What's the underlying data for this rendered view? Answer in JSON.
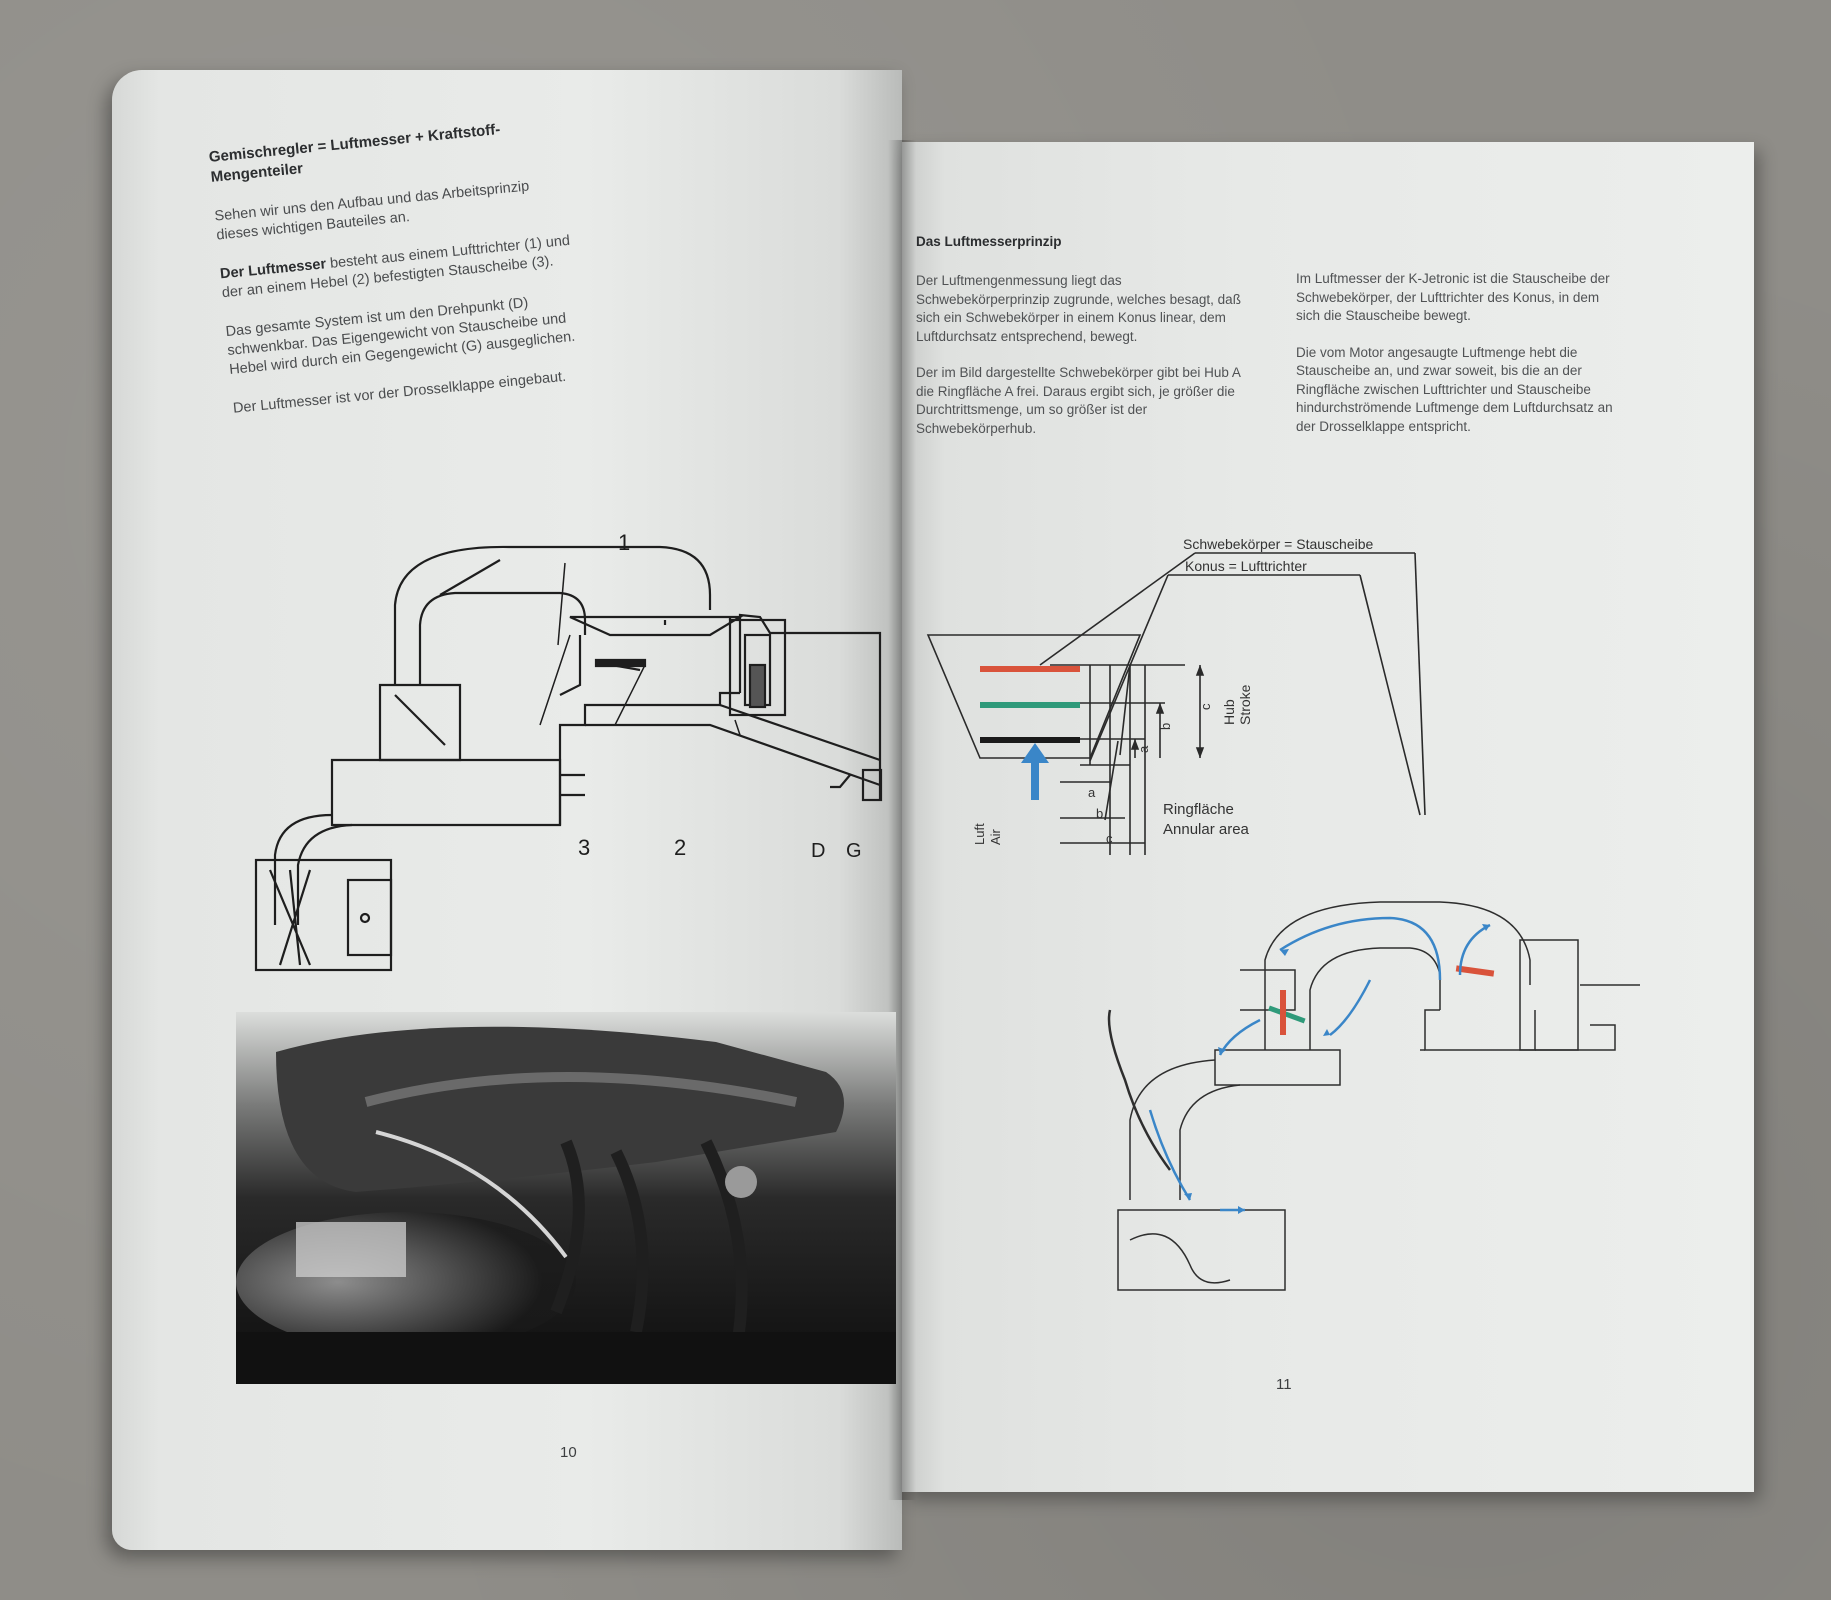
{
  "left_page": {
    "heading": "Gemischregler = Luftmesser + Kraftstoff-Mengenteiler",
    "para1": "Sehen wir uns den Aufbau und das Arbeitsprinzip dieses wichtigen Bauteiles an.",
    "para2_bold": "Der Luftmesser",
    "para2_rest": " besteht aus einem Lufttrichter (1) und der an einem Hebel (2) befestigten Stauscheibe (3).",
    "para3": "Das gesamte System ist um den Drehpunkt (D) schwenkbar. Das Eigengewicht von Stauscheibe und Hebel wird durch ein Gegengewicht (G) ausgeglichen.",
    "para4": "Der Luftmesser ist vor der Drosselklappe eingebaut.",
    "diagram_labels": {
      "l1": "1",
      "l3": "3",
      "l2": "2",
      "ld": "D",
      "lg": "G"
    },
    "page_number": "10"
  },
  "right_page": {
    "heading": "Das Luftmesserprinzip",
    "col1_p1": "Der Luftmengenmessung liegt das Schwebekörperprinzip zugrunde, welches besagt, daß sich ein Schwebekörper in einem Konus linear, dem Luftdurchsatz entsprechend, bewegt.",
    "col1_p2": "Der im Bild dargestellte Schwebekörper gibt bei Hub A die Ringfläche A frei. Daraus ergibt sich, je größer die Durchtrittsmenge, um so größer ist der Schwebekörperhub.",
    "col2_p1": "Im Luftmesser der K-Jetronic ist die Stauscheibe der Schwebekörper, der Lufttrichter des Konus, in dem sich die Stauscheibe bewegt.",
    "col2_p2": "Die vom Motor angesaugte Luftmenge hebt die Stauscheibe an, und zwar soweit, bis die an der Ringfläche zwischen Lufttrichter und Stauscheibe hindurchströmende Luftmenge dem Luftdurchsatz an der Drosselklappe entspricht.",
    "labels": {
      "schwebe": "Schwebekörper = Stauscheibe",
      "konus": "Konus = Lufttrichter",
      "hub": "Hub",
      "stroke": "Stroke",
      "ringflaeche": "Ringfläche",
      "annular": "Annular area",
      "luft": "Luft",
      "air": "Air",
      "a": "a",
      "b": "b",
      "c": "c"
    },
    "page_number": "11"
  },
  "colors": {
    "red_disc": "#d9533b",
    "green_disc": "#2f9a7a",
    "blue_arrow": "#3a86c8"
  }
}
